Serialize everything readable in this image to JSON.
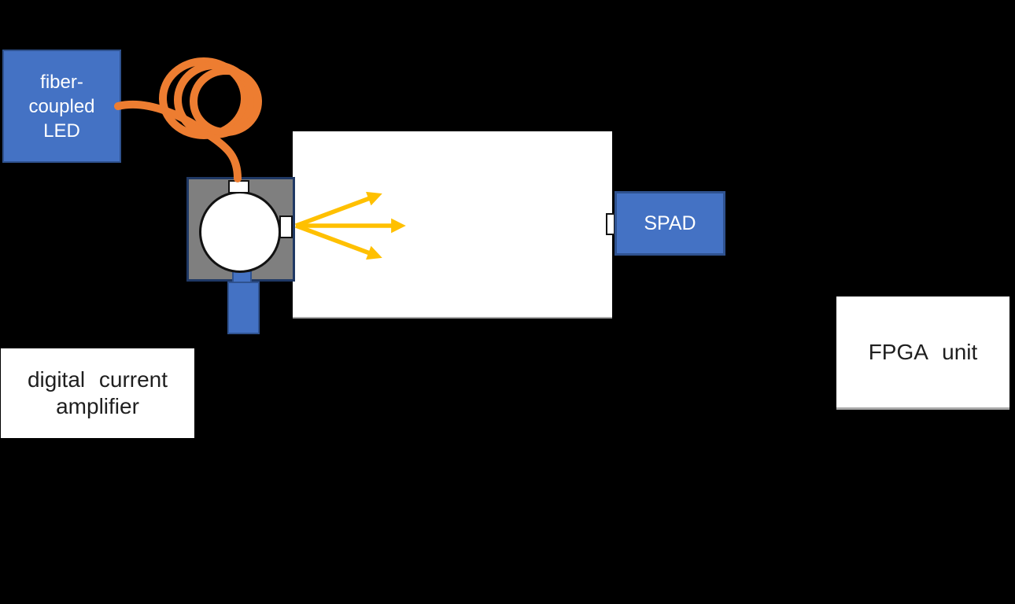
{
  "diagram": {
    "led_box": {
      "line1": "fiber-",
      "line2": "coupled",
      "line3": "LED"
    },
    "spad_box": {
      "label": "SPAD"
    },
    "fpga_box": {
      "label": "FPGA unit"
    },
    "amplifier_box": {
      "line1": "digital current",
      "line2": "amplifier"
    },
    "colors": {
      "canvas_black": "#000000",
      "box_blue": "#4472C4",
      "box_blue_border": "#2F528F",
      "housing_gray": "#7F7F7F",
      "housing_border": "#1F3864",
      "fiber_orange": "#ED7D31",
      "arrow_gold": "#FFC000",
      "panel_white": "#FFFFFF",
      "label_white": "#FFFFFF",
      "label_black": "#1F1F1F"
    },
    "icons": {
      "fiber_coil": "coiled-optical-fiber-icon",
      "light_rays": "diverging-light-arrows-icon",
      "integrating_sphere": "integrating-sphere-icon"
    }
  }
}
